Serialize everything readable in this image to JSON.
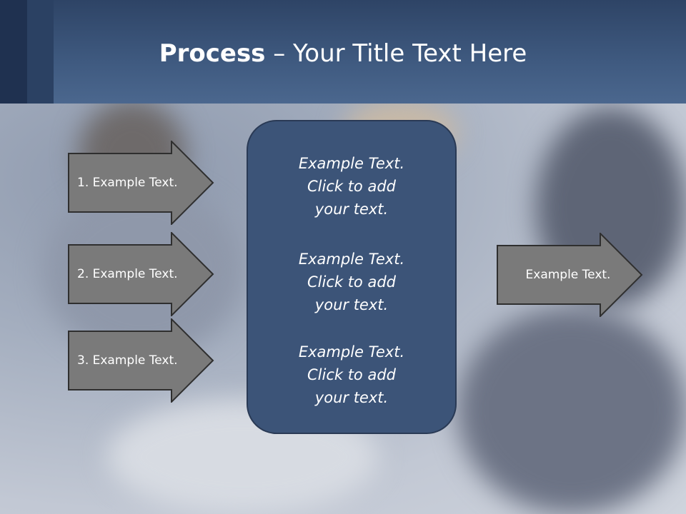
{
  "slide": {
    "title_bold": "Process",
    "title_rest": " – Your Title Text Here"
  },
  "left_arrows": [
    {
      "label": "1. Example Text."
    },
    {
      "label": "2. Example Text."
    },
    {
      "label": "3. Example Text."
    }
  ],
  "center_blocks": [
    {
      "line1": "Example Text.",
      "line2": "Click  to add",
      "line3": "your text."
    },
    {
      "line1": "Example Text.",
      "line2": "Click  to add",
      "line3": "your text."
    },
    {
      "line1": "Example Text.",
      "line2": "Click  to add",
      "line3": "your text."
    }
  ],
  "right_arrow": {
    "label": "Example Text."
  },
  "colors": {
    "header": "#3f5a80",
    "arrow_fill": "#7a7a7a",
    "center_box": "#3c5478"
  }
}
